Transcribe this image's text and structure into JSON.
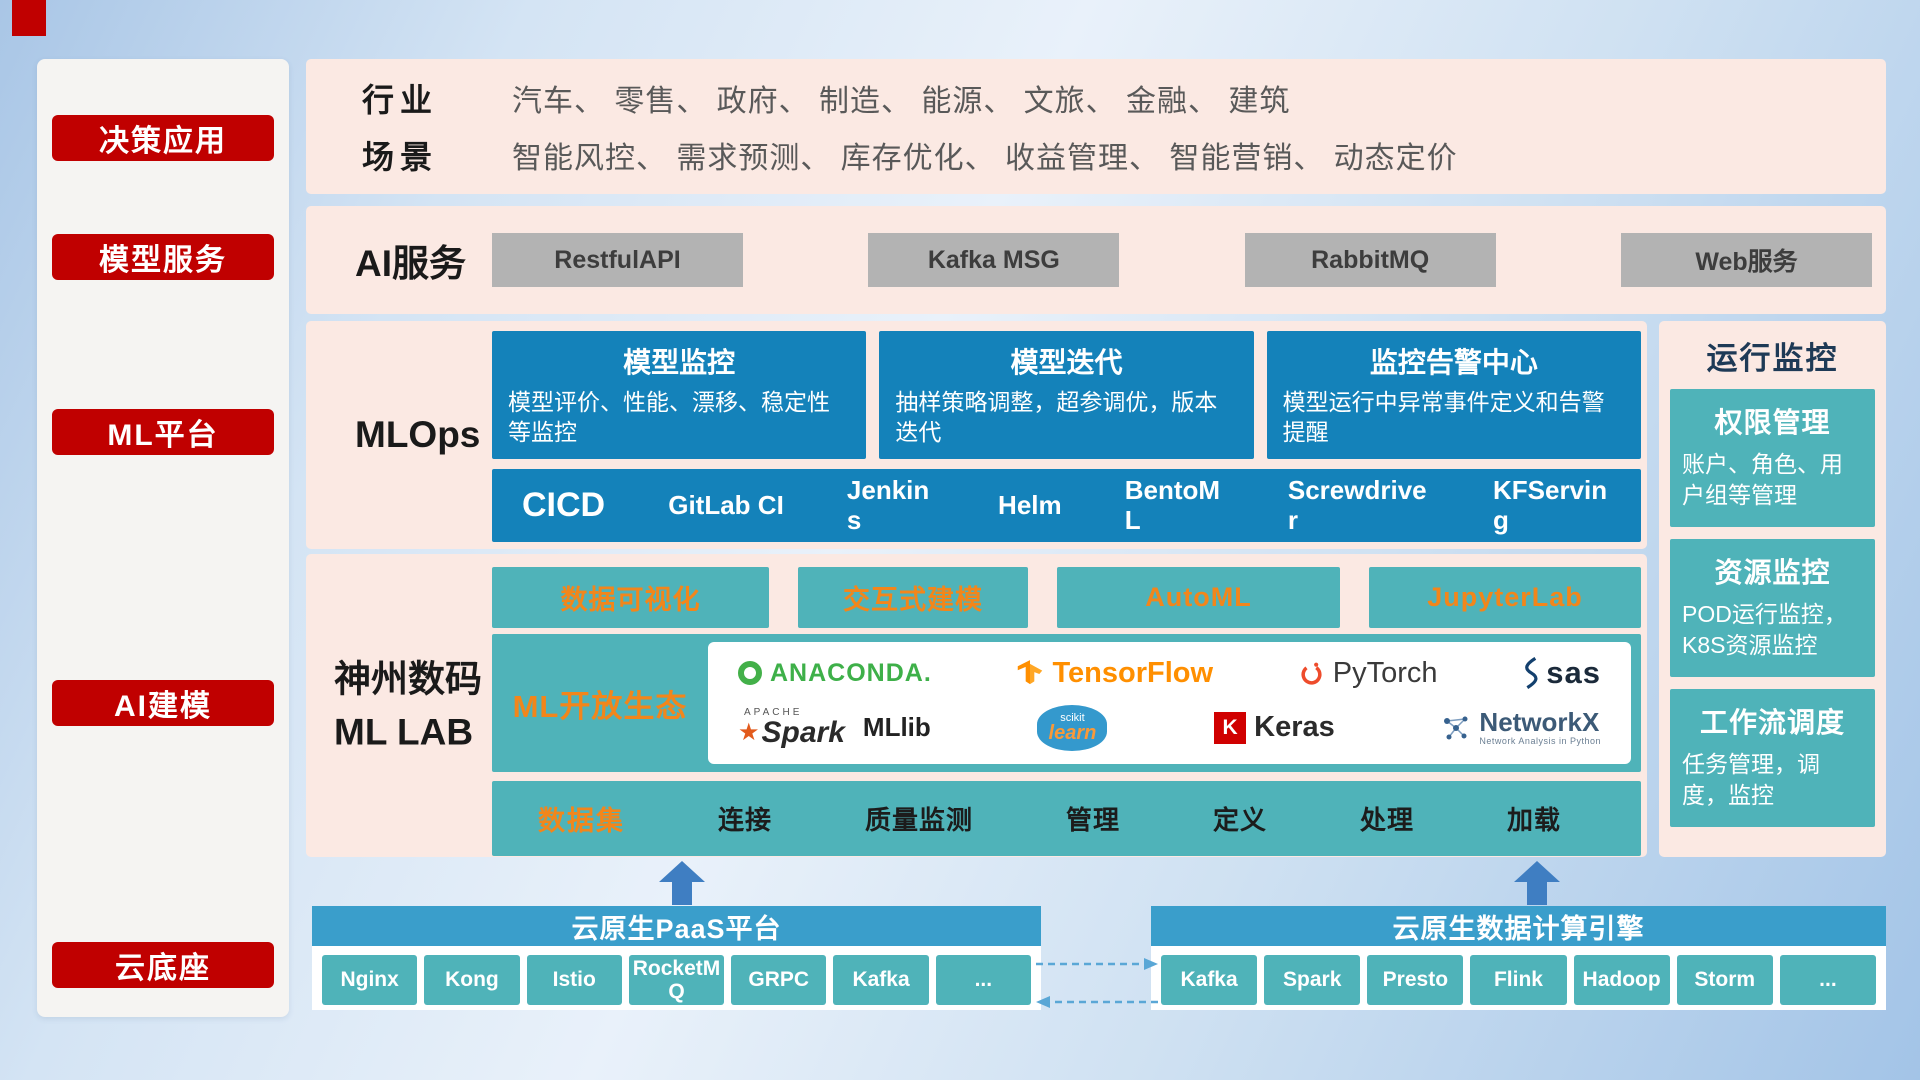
{
  "palette": {
    "accent_red": "#c00000",
    "panel_pink": "#fbe9e3",
    "card_blue": "#1482ba",
    "teal": "#4fb3b9",
    "bar_blue": "#3a9ecb",
    "orange": "#f2861b",
    "button_gray": "#b3b3b3",
    "arrow_blue": "#3f7ec2"
  },
  "sidebar": {
    "items": [
      "决策应用",
      "模型服务",
      "ML平台",
      "AI建模",
      "云底座"
    ]
  },
  "industry": {
    "label": "行业",
    "value": "汽车、 零售、 政府、 制造、 能源、 文旅、 金融、 建筑"
  },
  "scene": {
    "label": "场景",
    "value": "智能风控、 需求预测、 库存优化、 收益管理、 智能营销、 动态定价"
  },
  "ai_service": {
    "label": "AI服务",
    "items": [
      "RestfulAPI",
      "Kafka MSG",
      "RabbitMQ",
      "Web服务"
    ]
  },
  "mlops": {
    "label": "MLOps",
    "cards": [
      {
        "title": "模型监控",
        "desc": "模型评价、性能、漂移、稳定性等监控"
      },
      {
        "title": "模型迭代",
        "desc": "抽样策略调整，超参调优，版本迭代"
      },
      {
        "title": "监控告警中心",
        "desc": "模型运行中异常事件定义和告警提醒"
      }
    ],
    "cicd_title": "CICD",
    "cicd_items": [
      "GitLab CI",
      "Jenkins",
      "Helm",
      "BentoML",
      "Screwdriver",
      "KFServing"
    ]
  },
  "mllab": {
    "label1": "神州数码",
    "label2": "ML LAB",
    "tools": [
      "数据可视化",
      "交互式建模",
      "AutoML",
      "JupyterLab"
    ],
    "eco_title": "ML开放生态",
    "logos": {
      "anaconda": "ANACONDA.",
      "tensorflow": "TensorFlow",
      "pytorch": "PyTorch",
      "sas": "sas",
      "apache": "APACHE",
      "spark_star": "★",
      "spark": "Spark",
      "mllib": "MLlib",
      "scikit": "scikit",
      "learn": "learn",
      "keras_k": "K",
      "keras": "Keras",
      "networkx": "NetworkX",
      "networkx_sub": "Network Analysis in Python"
    },
    "dataset_title": "数据集",
    "dataset_items": [
      "连接",
      "质量监测",
      "管理",
      "定义",
      "处理",
      "加载"
    ]
  },
  "monitor": {
    "title": "运行监控",
    "cards": [
      {
        "title": "权限管理",
        "desc": "账户、角色、用户组等管理"
      },
      {
        "title": "资源监控",
        "desc": "POD运行监控，K8S资源监控"
      },
      {
        "title": "工作流调度",
        "desc": "任务管理，调度，监控"
      }
    ]
  },
  "cloud": {
    "paas_title": "云原生PaaS平台",
    "paas_items": [
      "Nginx",
      "Kong",
      "Istio",
      "RocketMQ",
      "GRPC",
      "Kafka",
      "..."
    ],
    "engine_title": "云原生数据计算引擎",
    "engine_items": [
      "Kafka",
      "Spark",
      "Presto",
      "Flink",
      "Hadoop",
      "Storm",
      "..."
    ]
  }
}
